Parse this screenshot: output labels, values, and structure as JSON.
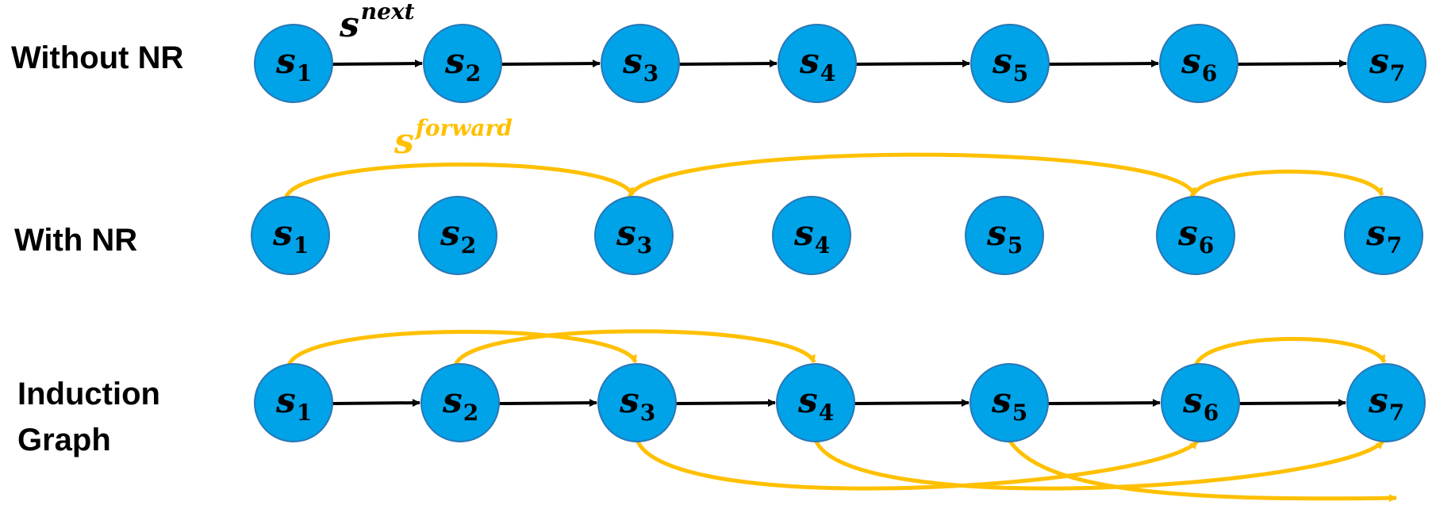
{
  "colors": {
    "node_fill": "#00a2e8",
    "node_stroke": "#2a77b5",
    "next_edge": "#000000",
    "forward_edge": "#ffc000"
  },
  "rows": [
    {
      "label_lines": [
        "Without NR"
      ],
      "node_labels": [
        "s",
        "s",
        "s",
        "s",
        "s",
        "s",
        "s"
      ],
      "node_subscripts": [
        "1",
        "2",
        "3",
        "4",
        "5",
        "6",
        "7"
      ],
      "edge_label": {
        "base": "s",
        "sup": "next"
      }
    },
    {
      "label_lines": [
        "With NR"
      ],
      "node_labels": [
        "s",
        "s",
        "s",
        "s",
        "s",
        "s",
        "s"
      ],
      "node_subscripts": [
        "1",
        "2",
        "3",
        "4",
        "5",
        "6",
        "7"
      ],
      "edge_label": {
        "base": "s",
        "sup": "forward"
      }
    },
    {
      "label_lines": [
        "Induction",
        "Graph"
      ],
      "node_labels": [
        "s",
        "s",
        "s",
        "s",
        "s",
        "s",
        "s"
      ],
      "node_subscripts": [
        "1",
        "2",
        "3",
        "4",
        "5",
        "6",
        "7"
      ]
    }
  ],
  "edges": {
    "without_nr_next": [
      [
        1,
        2
      ],
      [
        2,
        3
      ],
      [
        3,
        4
      ],
      [
        4,
        5
      ],
      [
        5,
        6
      ],
      [
        6,
        7
      ]
    ],
    "with_nr_forward": [
      [
        1,
        3
      ],
      [
        3,
        6
      ],
      [
        6,
        7
      ]
    ],
    "induction_next": [
      [
        1,
        2
      ],
      [
        2,
        3
      ],
      [
        3,
        4
      ],
      [
        4,
        5
      ],
      [
        5,
        6
      ],
      [
        6,
        7
      ]
    ],
    "induction_forward_above": [
      [
        1,
        3
      ],
      [
        2,
        4
      ],
      [
        6,
        7
      ]
    ],
    "induction_forward_below": [
      [
        3,
        6
      ],
      [
        4,
        7
      ],
      [
        5,
        "out"
      ]
    ]
  }
}
